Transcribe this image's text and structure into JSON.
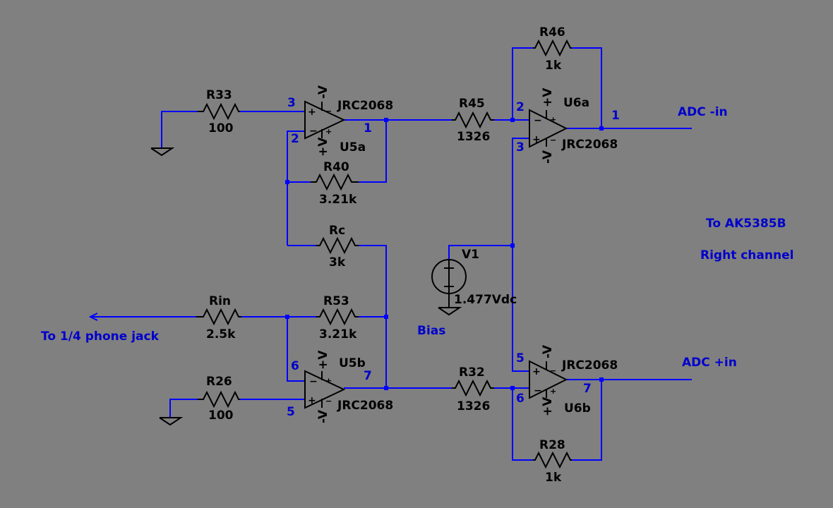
{
  "resistors": {
    "r33": {
      "ref": "R33",
      "value": "100"
    },
    "r40": {
      "ref": "R40",
      "value": "3.21k"
    },
    "rc": {
      "ref": "Rc",
      "value": "3k"
    },
    "rin": {
      "ref": "Rin",
      "value": "2.5k"
    },
    "r53": {
      "ref": "R53",
      "value": "3.21k"
    },
    "r26": {
      "ref": "R26",
      "value": "100"
    },
    "r45": {
      "ref": "R45",
      "value": "1326"
    },
    "r46": {
      "ref": "R46",
      "value": "1k"
    },
    "r32": {
      "ref": "R32",
      "value": "1326"
    },
    "r28": {
      "ref": "R28",
      "value": "1k"
    }
  },
  "opamps": {
    "u5a": {
      "ref": "U5a",
      "part": "JRC2068",
      "pin_noninv": "3",
      "pin_inv": "2",
      "pin_out": "1"
    },
    "u5b": {
      "ref": "U5b",
      "part": "JRC2068",
      "pin_inv": "6",
      "pin_noninv": "5",
      "pin_out": "7"
    },
    "u6a": {
      "ref": "U6a",
      "part": "JRC2068",
      "pin_inv": "2",
      "pin_noninv": "3",
      "pin_out": "1"
    },
    "u6b": {
      "ref": "U6b",
      "part": "JRC2068",
      "pin_noninv": "5",
      "pin_inv": "6",
      "pin_out": "7"
    },
    "supply_pos": "+V",
    "supply_neg": "-V"
  },
  "source": {
    "ref": "V1",
    "value": "1.477Vdc",
    "label": "Bias"
  },
  "labels": {
    "input": "To 1/4 phone jack",
    "adc_neg": "ADC -in",
    "adc_pos": "ADC +in",
    "target": "To AK5385B",
    "channel": "Right channel"
  },
  "colors": {
    "background": "#808080",
    "wire": "#0000ff",
    "component": "#000000",
    "text_label": "#0000cc"
  }
}
